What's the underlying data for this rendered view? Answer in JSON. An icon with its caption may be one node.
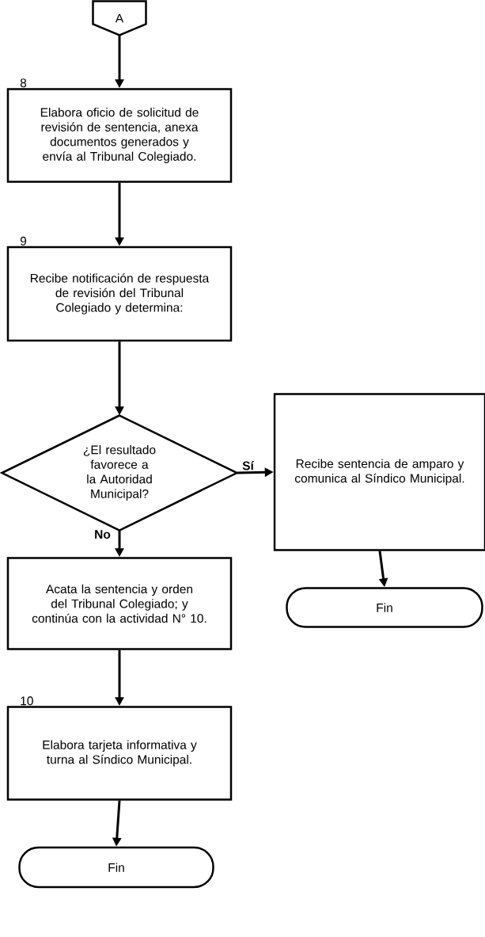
{
  "diagram": {
    "nodes": [
      {
        "text": [
          "A"
        ]
      },
      {
        "text": [
          "Elabora oficio de solicitud de revisión de sentencia, anexa documentos generados y envía al Tribunal Colegiado."
        ],
        "beside": [
          "8"
        ]
      },
      {
        "text": [
          "Recibe notificación de respuesta de revisión del Tribunal Colegiado y determina:"
        ],
        "beside": [
          "9"
        ]
      },
      {
        "text": [
          "¿El resultado favorece a la Autoridad Municipal?"
        ]
      },
      {
        "text": [
          "Recibe sentencia de amparo y comunica al Síndico Municipal."
        ]
      },
      {
        "text": [
          "Fin"
        ]
      },
      {
        "text": [
          "Acata la sentencia y orden del Tribunal Colegiado; y continúa con la actividad N° 10."
        ]
      },
      {
        "text": [
          "Elabora tarjeta informativa y turna al Síndico Municipal."
        ],
        "beside": [
          "10"
        ]
      },
      {
        "text": [
          "Fin"
        ]
      }
    ],
    "edges": [
      {
        "from": 0,
        "to": 1,
        "arrow": "to"
      },
      {
        "from": 1,
        "to": 2,
        "arrow": "to"
      },
      {
        "from": 2,
        "to": 3,
        "arrow": "to"
      },
      {
        "from": 3,
        "to": 4,
        "arrow": "to",
        "label": "Sí"
      },
      {
        "from": 4,
        "to": 5,
        "arrow": "to"
      },
      {
        "from": 3,
        "to": 6,
        "arrow": "to",
        "label": "No"
      },
      {
        "from": 6,
        "to": 7,
        "arrow": "to"
      },
      {
        "from": 7,
        "to": 8,
        "arrow": "to"
      }
    ]
  }
}
